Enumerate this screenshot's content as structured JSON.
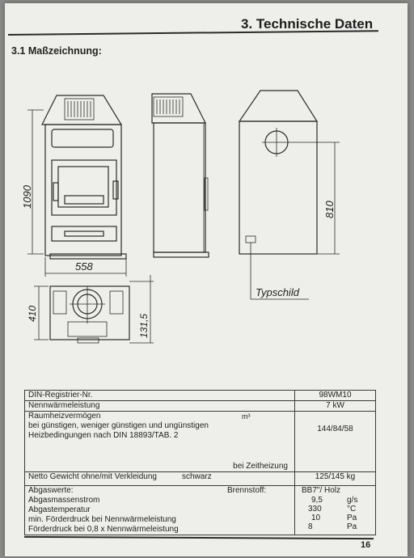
{
  "header": {
    "title": "3. Technische Daten"
  },
  "section": {
    "title": "3.1 Maßzeichnung:"
  },
  "drawing": {
    "dim_height": "1090",
    "dim_width": "558",
    "dim_side_height": "810",
    "dim_depth": "410",
    "dim_offset": "131,5",
    "typeplate_label": "Typschild"
  },
  "table": {
    "rows": [
      {
        "label": "DIN-Registrier-Nr.",
        "value": "98WM10"
      },
      {
        "label": "Nennwärmeleistung",
        "value": "7 kW"
      }
    ],
    "raum": {
      "lines": [
        "Raumheizvermögen",
        "bei günstigen, weniger günstigen und ungünstigen",
        "Heizbedingungen nach DIN 18893/TAB. 2"
      ],
      "unit": "m³",
      "note": "bei Zeitheizung",
      "value": "144/84/58"
    },
    "weight": {
      "label": "Netto Gewicht ohne/mit Verkleidung",
      "color": "schwarz",
      "value": "125/145 kg"
    },
    "abgas": {
      "title": "Abgaswerte:",
      "fuel_label": "Brennstoff:",
      "fuel_value": "BB7\"/ Holz",
      "items": [
        {
          "label": "Abgasmassenstrom",
          "value": "9,5",
          "unit": "g/s"
        },
        {
          "label": "Abgastemperatur",
          "value": "330",
          "unit": "°C"
        },
        {
          "label": "min. Förderdruck bei Nennwärmeleistung",
          "value": "10",
          "unit": "Pa"
        },
        {
          "label": "Förderdruck bei 0,8 x Nennwärmeleistung",
          "value": "8",
          "unit": "Pa"
        }
      ]
    }
  },
  "footer": {
    "page_number": "16"
  }
}
